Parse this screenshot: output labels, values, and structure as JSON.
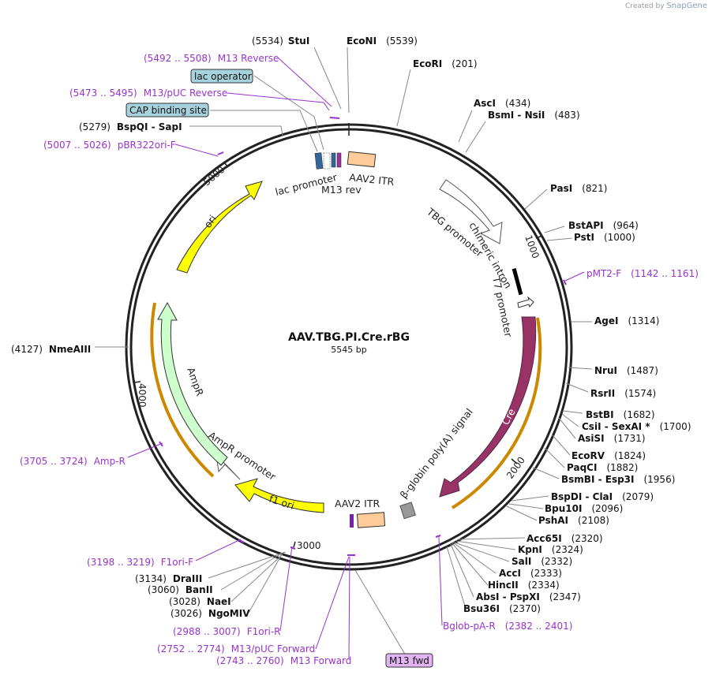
{
  "credit": {
    "prefix": "Created by",
    "brand": "SnapGene"
  },
  "plasmid": {
    "name": "AAV.TBG.PI.Cre.rBG",
    "length": "5545 bp"
  },
  "sites": [
    {
      "name": "StuI",
      "pos": "(5534)",
      "bp": 5534
    },
    {
      "name": "EcoNI",
      "pos": "(5539)",
      "bp": 5539
    },
    {
      "name": "EcoRI",
      "pos": "(201)",
      "bp": 201
    },
    {
      "name": "AscI",
      "pos": "(434)",
      "bp": 434
    },
    {
      "name": "BsmI - NsiI",
      "pos": "(483)",
      "bp": 483
    },
    {
      "name": "PasI",
      "pos": "(821)",
      "bp": 821
    },
    {
      "name": "BstAPI",
      "pos": "(964)",
      "bp": 964
    },
    {
      "name": "PstI",
      "pos": "(1000)",
      "bp": 1000
    },
    {
      "name": "AgeI",
      "pos": "(1314)",
      "bp": 1314
    },
    {
      "name": "NruI",
      "pos": "(1487)",
      "bp": 1487
    },
    {
      "name": "RsrII",
      "pos": "(1574)",
      "bp": 1574
    },
    {
      "name": "BstBI",
      "pos": "(1682)",
      "bp": 1682
    },
    {
      "name": "CsiI - SexAI *",
      "pos": "(1700)",
      "bp": 1700
    },
    {
      "name": "AsiSI",
      "pos": "(1731)",
      "bp": 1731
    },
    {
      "name": "EcoRV",
      "pos": "(1824)",
      "bp": 1824
    },
    {
      "name": "PaqCI",
      "pos": "(1882)",
      "bp": 1882
    },
    {
      "name": "BsmBI - Esp3I",
      "pos": "(1956)",
      "bp": 1956
    },
    {
      "name": "BspDI - ClaI",
      "pos": "(2079)",
      "bp": 2079
    },
    {
      "name": "Bpu10I",
      "pos": "(2096)",
      "bp": 2096
    },
    {
      "name": "PshAI",
      "pos": "(2108)",
      "bp": 2108
    },
    {
      "name": "Acc65I",
      "pos": "(2320)",
      "bp": 2320
    },
    {
      "name": "KpnI",
      "pos": "(2324)",
      "bp": 2324
    },
    {
      "name": "SalI",
      "pos": "(2332)",
      "bp": 2332
    },
    {
      "name": "AccI",
      "pos": "(2333)",
      "bp": 2333
    },
    {
      "name": "HincII",
      "pos": "(2334)",
      "bp": 2334
    },
    {
      "name": "AbsI - PspXI",
      "pos": "(2347)",
      "bp": 2347
    },
    {
      "name": "Bsu36I",
      "pos": "(2370)",
      "bp": 2370
    },
    {
      "name": "DraIII",
      "pos": "(3134)",
      "bp": 3134
    },
    {
      "name": "BanII",
      "pos": "(3060)",
      "bp": 3060
    },
    {
      "name": "NaeI",
      "pos": "(3028)",
      "bp": 3028
    },
    {
      "name": "NgoMIV",
      "pos": "(3026)",
      "bp": 3026
    },
    {
      "name": "NmeAIII",
      "pos": "(4127)",
      "bp": 4127
    },
    {
      "name": "BspQI - SapI",
      "pos": "(5279)",
      "bp": 5279
    }
  ],
  "primers": [
    {
      "name": "M13 Reverse",
      "range": "(5492 .. 5508)"
    },
    {
      "name": "M13/pUC Reverse",
      "range": "(5473 .. 5495)"
    },
    {
      "name": "pBR322ori-F",
      "range": "(5007 .. 5026)"
    },
    {
      "name": "pMT2-F",
      "range": "(1142 .. 1161)"
    },
    {
      "name": "Amp-R",
      "range": "(3705 .. 3724)"
    },
    {
      "name": "F1ori-F",
      "range": "(3198 .. 3219)"
    },
    {
      "name": "F1ori-R",
      "range": "(2988 .. 3007)"
    },
    {
      "name": "M13/pUC Forward",
      "range": "(2752 .. 2774)"
    },
    {
      "name": "M13 Forward",
      "range": "(2743 .. 2760)"
    },
    {
      "name": "Bglob-pA-R",
      "range": "(2382 .. 2401)"
    }
  ],
  "boxed_labels": [
    {
      "name": "lac operator"
    },
    {
      "name": "CAP binding site"
    },
    {
      "name": "M13 fwd"
    }
  ],
  "features": [
    {
      "name": "AAV2 ITR",
      "color": "#ffcc99"
    },
    {
      "name": "TBG promoter",
      "color": "#ffffff"
    },
    {
      "name": "chimeric intron",
      "color": "#000000"
    },
    {
      "name": "T7 promoter",
      "color": "#ffffff"
    },
    {
      "name": "Cre",
      "color": "#993366"
    },
    {
      "name": "β-globin poly(A) signal",
      "color": "#999999"
    },
    {
      "name": "AAV2 ITR",
      "color": "#ffcc99"
    },
    {
      "name": "f1 ori",
      "color": "#ffff00"
    },
    {
      "name": "AmpR promoter",
      "color": "#ffffff"
    },
    {
      "name": "AmpR",
      "color": "#ccffcc"
    },
    {
      "name": "ori",
      "color": "#ffff00"
    },
    {
      "name": "lac promoter",
      "color": "#ffffff"
    },
    {
      "name": "M13 rev",
      "color": "#993399"
    }
  ],
  "ticks": [
    "1000",
    "2000",
    "3000",
    "4000",
    "5000"
  ],
  "colors": {
    "primer": "#9933cc",
    "orf_outline": "#cc8800",
    "backbone": "#222222"
  }
}
